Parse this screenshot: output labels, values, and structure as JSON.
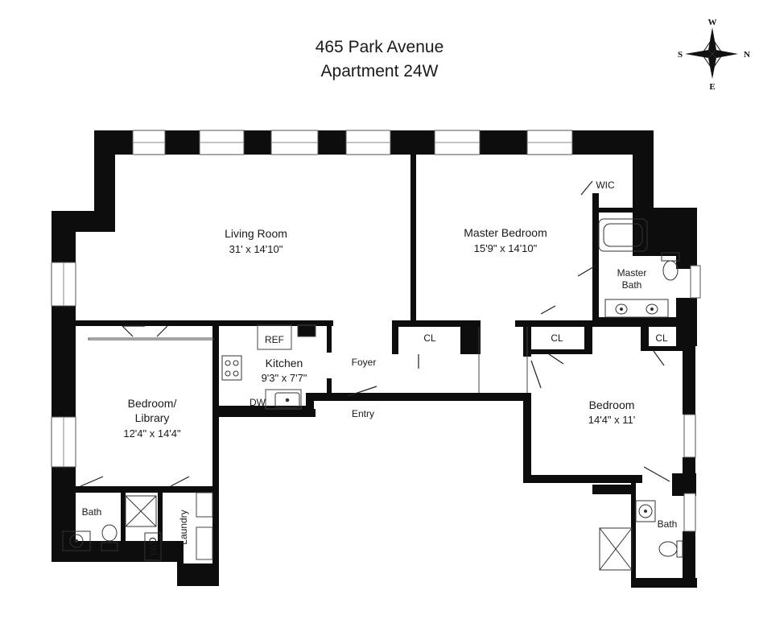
{
  "header": {
    "address": "465 Park Avenue",
    "unit": "Apartment 24W"
  },
  "compass": {
    "w": "W",
    "e": "E",
    "n": "N",
    "s": "S"
  },
  "rooms": {
    "living_room": {
      "name": "Living Room",
      "dims": "31' x 14'10\""
    },
    "master_bedroom": {
      "name": "Master Bedroom",
      "dims": "15'9\" x 14'10\""
    },
    "kitchen": {
      "name": "Kitchen",
      "dims": "9'3\" x 7'7\""
    },
    "bedroom_library": {
      "name_line1": "Bedroom/",
      "name_line2": "Library",
      "dims": "12'4\" x 14'4\""
    },
    "bedroom": {
      "name": "Bedroom",
      "dims": "14'4\" x 11'"
    },
    "master_bath": {
      "line1": "Master",
      "line2": "Bath"
    }
  },
  "labels": {
    "wic": "WIC",
    "ref": "REF",
    "dw": "DW",
    "foyer": "Foyer",
    "entry": "Entry",
    "cl": "CL",
    "bath": "Bath",
    "wd": "W/D",
    "laundry": "Laundry"
  }
}
